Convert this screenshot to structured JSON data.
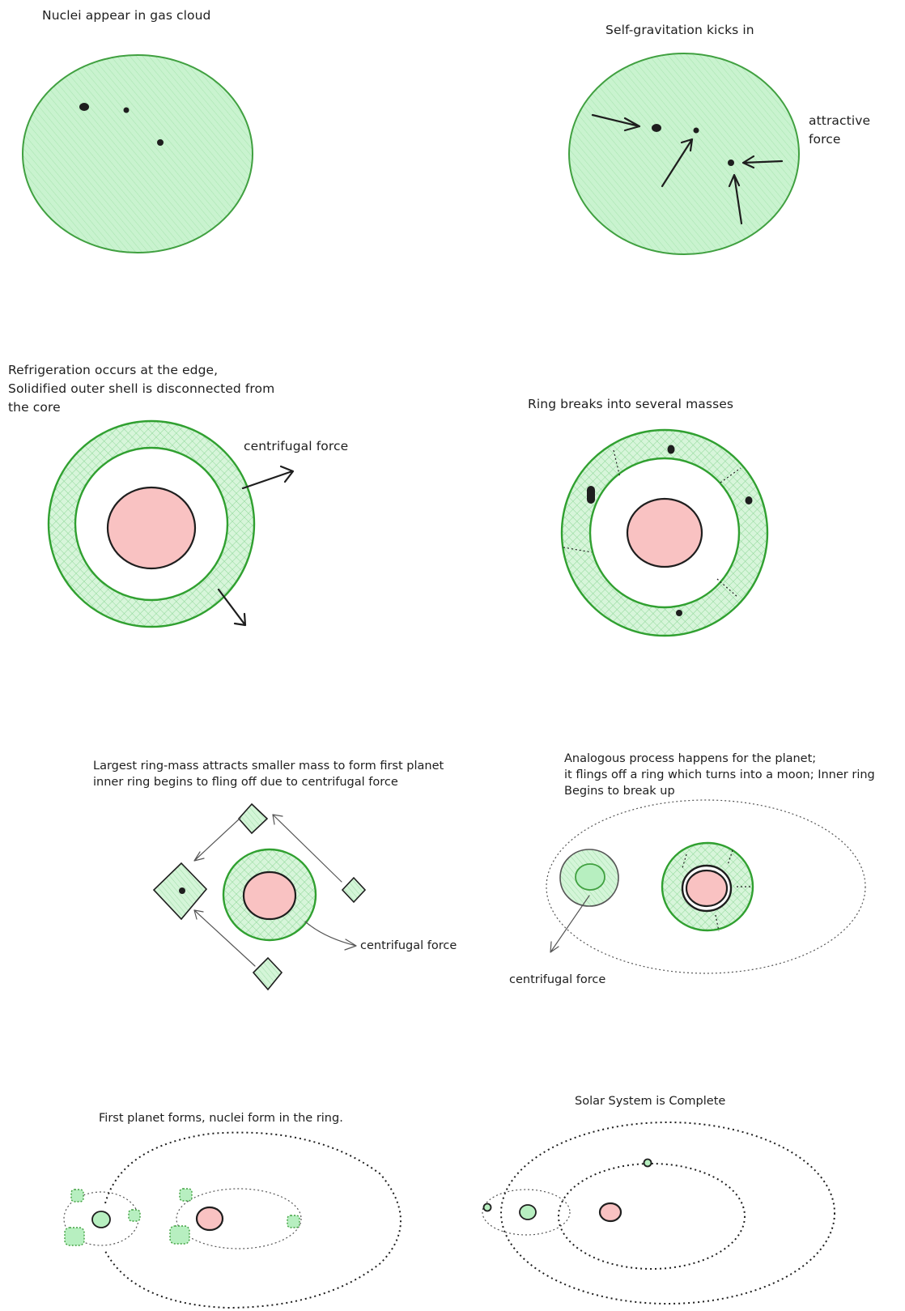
{
  "panels": {
    "p1": {
      "caption": "Nuclei appear in gas cloud"
    },
    "p2": {
      "caption": "Self-gravitation kicks in",
      "force_label_line1": "attractive",
      "force_label_line2": "force"
    },
    "p3": {
      "caption_line1": "Refrigeration occurs at the edge,",
      "caption_line2": "Solidified outer shell is disconnected from",
      "caption_line3": "the core",
      "force_label": "centrifugal force"
    },
    "p4": {
      "caption": "Ring breaks into several masses"
    },
    "p5": {
      "caption_line1": "Largest ring-mass attracts smaller mass to form first planet",
      "caption_line2": "inner ring begins to fling off due to centrifugal force",
      "force_label": "centrifugal force"
    },
    "p6": {
      "caption_line1": "Analogous process happens for the planet;",
      "caption_line2": "it flings off a ring which turns into a moon; Inner ring",
      "caption_line3": "Begins to break up",
      "force_label": "centrifugal force"
    },
    "p7": {
      "caption": "First planet forms, nuclei form in the ring."
    },
    "p8": {
      "caption": "Solar System is Complete"
    }
  },
  "colors": {
    "gas": "#b7efc0",
    "ring_stroke": "#30a030",
    "core": "#f9c2c2",
    "ink": "#1e1e1e"
  }
}
